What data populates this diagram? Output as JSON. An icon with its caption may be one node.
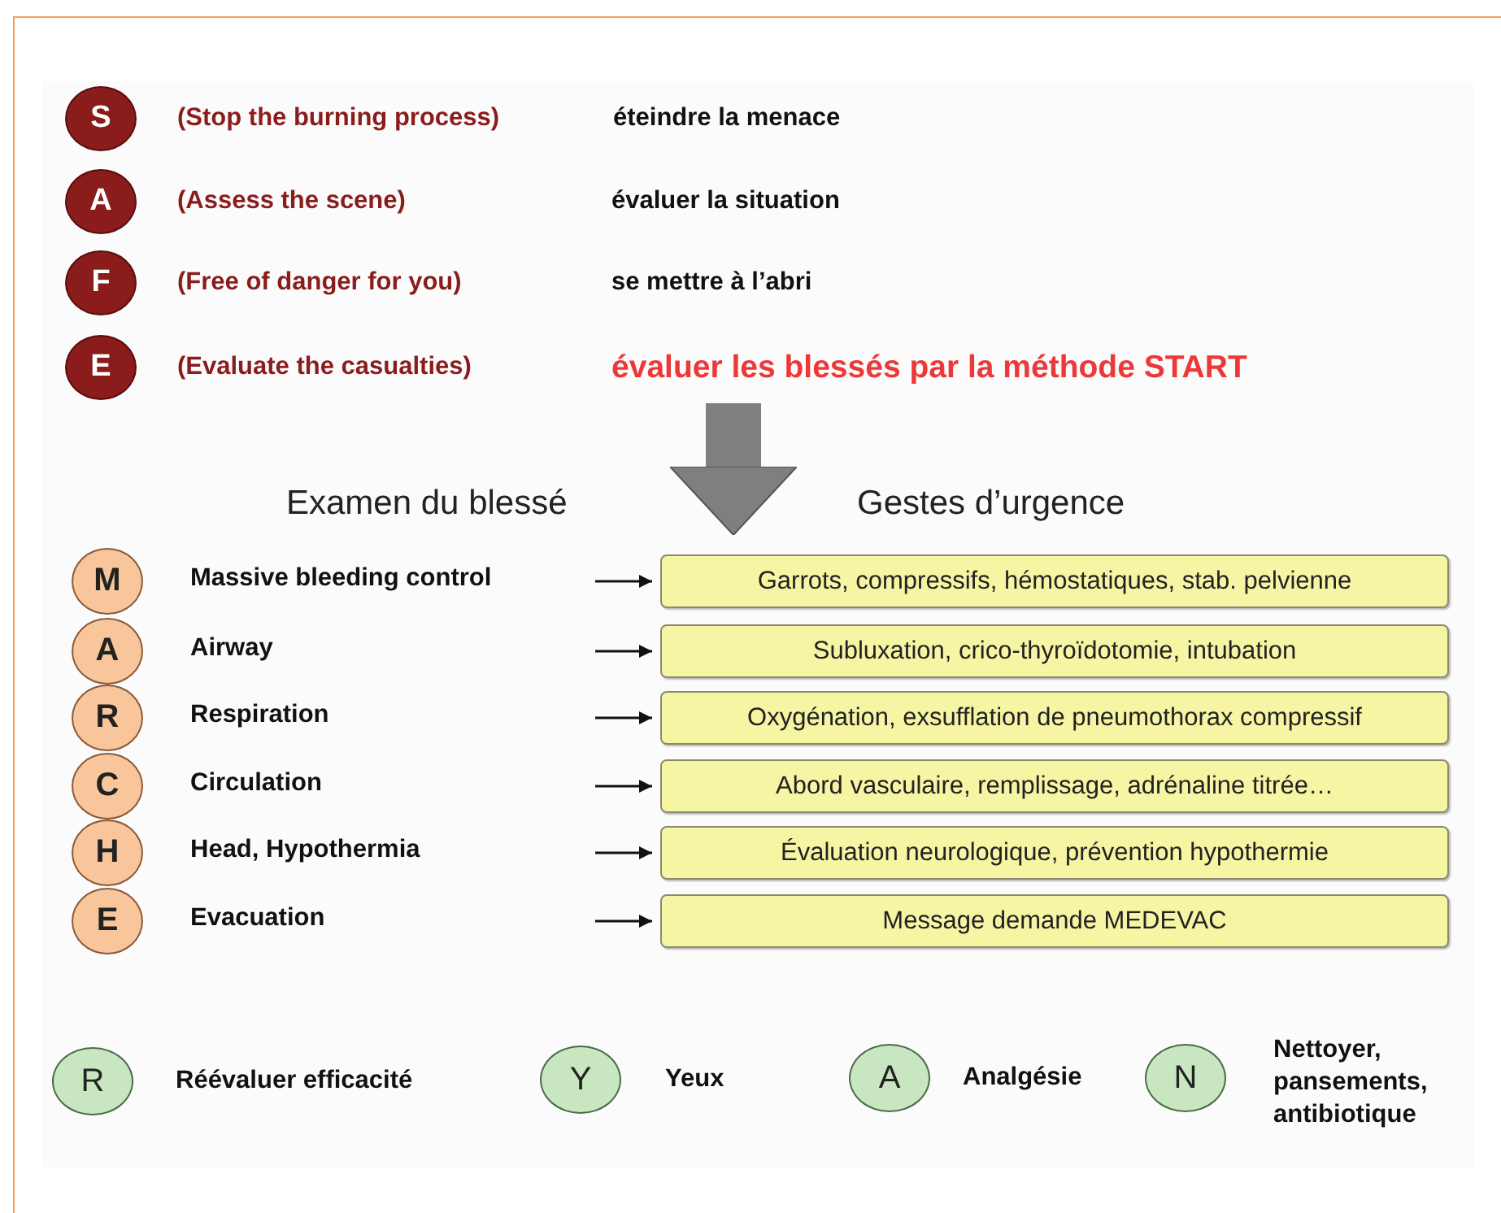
{
  "diagram": {
    "nodes": [
      {
        "text": [
          "S"
        ],
        "beside": [
          "(Stop the burning process)"
        ]
      },
      {
        "text": [
          "A"
        ],
        "beside": [
          "(Assess the scene)"
        ]
      },
      {
        "text": [
          "F"
        ],
        "beside": [
          "(Free of danger for you)"
        ]
      },
      {
        "text": [
          "E"
        ],
        "beside": [
          "(Evaluate the casualties)"
        ]
      },
      {
        "text": [
          "évaluer les blessés par la méthode START"
        ]
      },
      {
        "text": [
          "M"
        ]
      },
      {
        "text": [
          "A"
        ]
      },
      {
        "text": [
          "R"
        ]
      },
      {
        "text": [
          "C"
        ]
      },
      {
        "text": [
          "H"
        ]
      },
      {
        "text": [
          "E"
        ]
      },
      {
        "text": [
          "Garrots, compressifs, hémostatiques, stab. pelvienne"
        ]
      },
      {
        "text": [
          "Subluxation, crico-thyroïdotomie, intubation"
        ]
      },
      {
        "text": [
          "Oxygénation, exsufflation de pneumothorax compressif"
        ]
      },
      {
        "text": [
          "Abord vasculaire, remplissage, adrénaline titrée…"
        ]
      },
      {
        "text": [
          "Évaluation neurologique, prévention hypothermie"
        ]
      },
      {
        "text": [
          "Message demande MEDEVAC"
        ]
      },
      {
        "text": [
          "R"
        ],
        "beside": [
          "Réévaluer efficacité"
        ]
      },
      {
        "text": [
          "Y"
        ],
        "beside": [
          "Yeux"
        ]
      },
      {
        "text": [
          "A"
        ],
        "beside": [
          "Analgésie"
        ]
      },
      {
        "text": [
          "N"
        ],
        "beside": [
          "Nettoyer, pansements, antibiotique"
        ]
      }
    ],
    "edges": [
      {
        "from": 4,
        "to": 11,
        "arrow": "to",
        "style": "thick",
        "color": "#7f7f7f"
      },
      {
        "from": null,
        "to": 11,
        "arrow": "to"
      },
      {
        "from": null,
        "to": 12,
        "arrow": "to"
      },
      {
        "from": null,
        "to": 13,
        "arrow": "to"
      },
      {
        "from": null,
        "to": 14,
        "arrow": "to"
      },
      {
        "from": null,
        "to": 15,
        "arrow": "to"
      },
      {
        "from": null,
        "to": 16,
        "arrow": "to"
      }
    ],
    "labels": [
      "éteindre la menace",
      "évaluer la situation",
      "se mettre à l’abri",
      "Examen du blessé",
      "Gestes d’urgence",
      "Massive bleeding control",
      "Airway",
      "Respiration",
      "Circulation",
      "Head, Hypothermia",
      "Evacuation"
    ]
  }
}
